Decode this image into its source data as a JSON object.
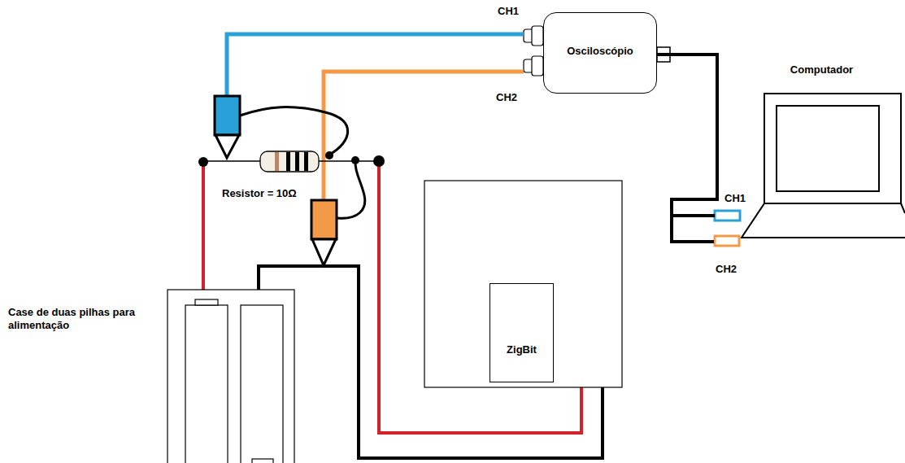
{
  "diagram": {
    "nodes": [
      {
        "text": [
          "Osciloscópio"
        ]
      },
      {
        "text": [
          "Computador"
        ]
      },
      {
        "text": [
          "ZigBit"
        ]
      }
    ],
    "edges": [
      {
        "from": 0,
        "to": 1,
        "arrow": "none"
      }
    ],
    "labels": [
      "CH1",
      "CH2",
      "Resistor = 10Ω",
      "CH1",
      "CH2",
      "Case de duas pilhas para alimentação"
    ]
  }
}
